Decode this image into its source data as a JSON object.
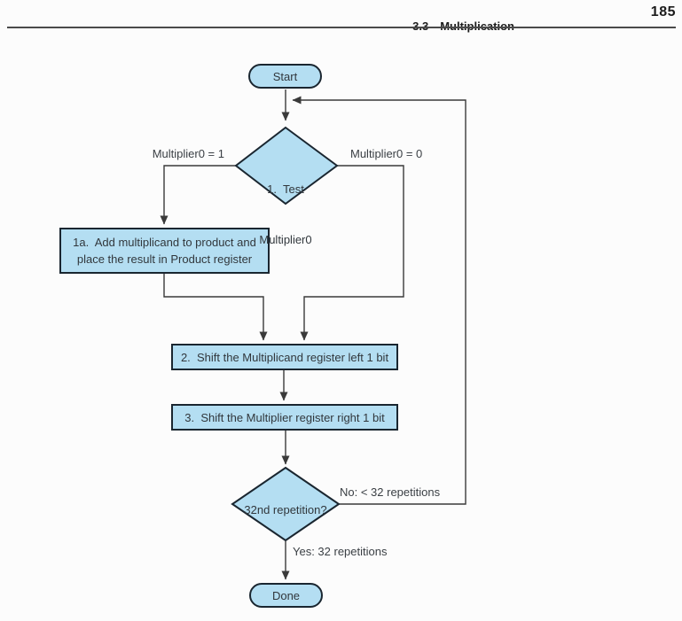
{
  "header": {
    "section_number": "3.3",
    "section_title": "Multiplication",
    "page_number": "185"
  },
  "flowchart": {
    "start_label": "Start",
    "test_decision": {
      "line1": "1.  Test",
      "line2": "Multiplier0"
    },
    "branch_left_label": "Multiplier0 = 1",
    "branch_right_label": "Multiplier0 = 0",
    "add_process": {
      "line1": "1a.  Add multiplicand to product and",
      "line2": "place the result in Product register"
    },
    "shift_left_label": "2.  Shift the Multiplicand register left 1 bit",
    "shift_right_label": "3.  Shift the Multiplier register right 1 bit",
    "repetition_label": "32nd repetition?",
    "no_label": "No: < 32 repetitions",
    "yes_label": "Yes: 32 repetitions",
    "done_label": "Done",
    "colors": {
      "node_fill": "#b4def2",
      "node_border": "#1a2630",
      "connector": "#3a3a3a",
      "page_rule": "#4a4a4a"
    }
  }
}
